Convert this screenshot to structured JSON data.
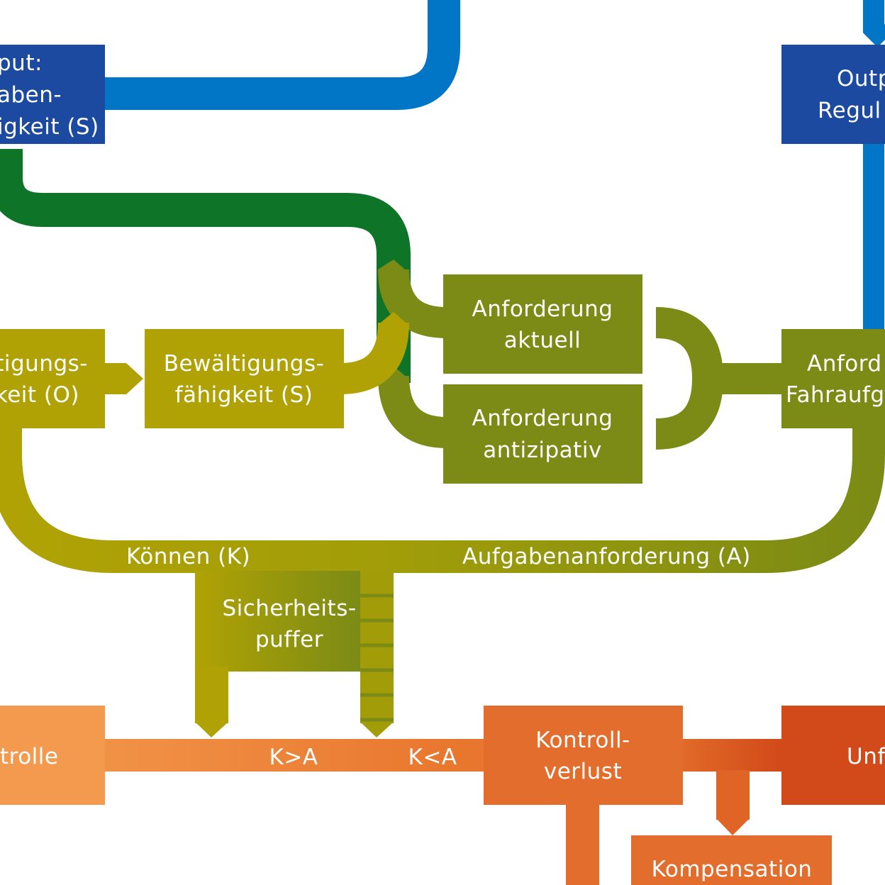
{
  "colors": {
    "blue_line": "#0276c6",
    "dark_blue_box": "#1c4aa0",
    "dark_green": "#0e7528",
    "olive_green": "#7b8b15",
    "mustard": "#b0a204",
    "orange_light": "#f39a4e",
    "orange_mid": "#e36d2c",
    "orange_dark": "#d2491a"
  },
  "boxes": {
    "input_left": {
      "lines": [
        "put:",
        "aben-",
        "igkeit (S)"
      ]
    },
    "output_right": {
      "lines": [
        "Outp",
        "Regul"
      ]
    },
    "anforderung_aktuell": {
      "lines": [
        "Anforderung",
        "aktuell"
      ]
    },
    "anforderung_antizipativ": {
      "lines": [
        "Anforderung",
        "antizipativ"
      ]
    },
    "bewaeltigung_o": {
      "lines": [
        "tigungs-",
        "keit (O)"
      ]
    },
    "bewaeltigung_s": {
      "lines": [
        "Bewältigungs-",
        "fähigkeit (S)"
      ]
    },
    "anforderung_fahraufgabe": {
      "lines": [
        "Anford",
        "Fahraufg"
      ]
    },
    "sicherheitspuffer": {
      "lines": [
        "Sicherheits-",
        "puffer"
      ]
    },
    "kontrolle": {
      "lines": [
        "trolle"
      ]
    },
    "kontrollverlust": {
      "lines": [
        "Kontroll-",
        "verlust"
      ]
    },
    "unfall": {
      "lines": [
        "Unf"
      ]
    },
    "kompensation": {
      "lines": [
        "Kompensation"
      ]
    }
  },
  "bar_labels": {
    "koennen": "Können (K)",
    "aufgabenanforderung": "Aufgabenanforderung (A)",
    "k_greater_a": "K>A",
    "k_less_a": "K<A"
  },
  "icons": [
    "arrow-right-icon",
    "arrow-down-icon"
  ]
}
